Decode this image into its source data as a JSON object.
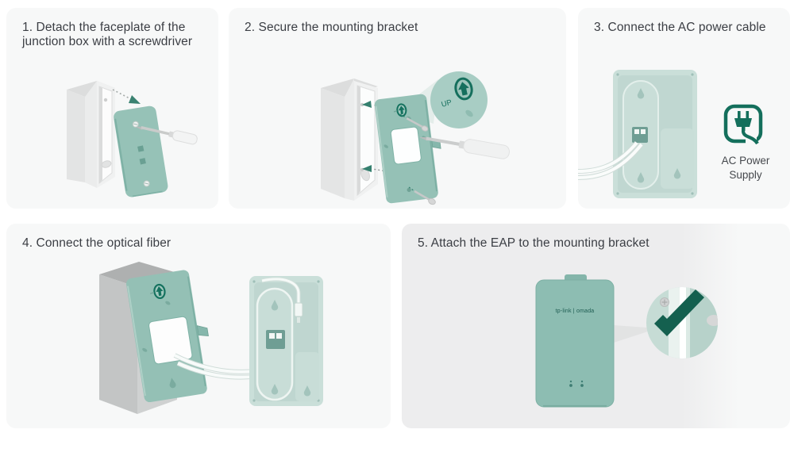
{
  "steps": [
    {
      "title": "1. Detach the faceplate of the junction box with a screwdriver"
    },
    {
      "title": "2. Secure the mounting bracket"
    },
    {
      "title": "3. Connect the AC power cable"
    },
    {
      "title": "4. Connect the optical fiber"
    },
    {
      "title": "5. Attach the EAP to the mounting bracket"
    }
  ],
  "labels": {
    "up_marking": "UP",
    "ac_power_supply": "AC Power Supply",
    "eap_logo": "tp-link | omada"
  },
  "icons": {
    "up_arrow_icon": "arrow-up inside oval marking",
    "ac_plug_icon": "power plug inside rounded square outline",
    "check_icon": "dark-green checkmark",
    "screwdriver_icon": "screwdriver",
    "magnifier_circle": "zoom detail circle",
    "detach_arrow_icon": "dashed arrow with teal head"
  },
  "colors": {
    "page_background": "#ffffff",
    "card_background": "#f7f8f8",
    "card5_background_left": "#ededee",
    "title_text": "#3b3e44",
    "caption_text": "#45484d",
    "teal_primary": "#95c1b6",
    "teal_pale": "#c9ded8",
    "green_dark": "#156e5c",
    "gray_object": "#e7e8e8"
  }
}
